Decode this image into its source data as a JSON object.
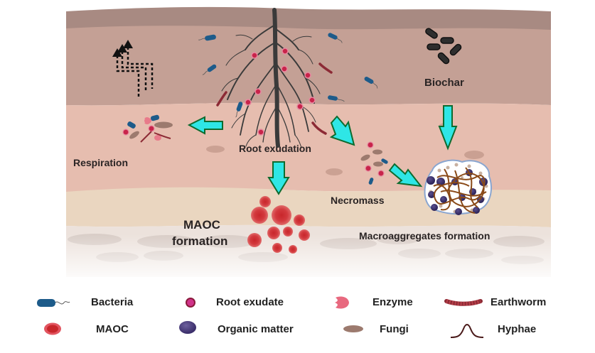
{
  "diagram": {
    "labels": {
      "biochar": "Biochar",
      "respiration": "Respiration",
      "root_exudation": "Root exudation",
      "necromass": "Necromass",
      "maoc_line1": "MAOC",
      "maoc_line2": "formation",
      "macroaggregates": "Macroaggregates formation"
    },
    "layers": [
      {
        "name": "surface",
        "color": "#a88a82"
      },
      {
        "name": "topsoil",
        "color": "#c4a095"
      },
      {
        "name": "subsoil",
        "color": "#e6bdaf"
      },
      {
        "name": "sandy",
        "color": "#ead6c0"
      },
      {
        "name": "bedrock",
        "color": "#ece2dc"
      }
    ],
    "colors": {
      "arrow_fill": "#2ee6e6",
      "arrow_stroke": "#0e6b2e",
      "bacteria": "#1d5b8a",
      "root_exudate": "#c8244a",
      "maoc": "#d63a3d",
      "organic_matter": "#3b2f6b",
      "enzyme": "#e87a8a",
      "fungi": "#9c7a6e",
      "earthworm": "#8c2a35",
      "hyphae": "#8a4a18",
      "root": "#3a3a3a",
      "biochar": "#2e2e2e"
    }
  },
  "legend": [
    {
      "icon": "bacteria-icon",
      "label": "Bacteria"
    },
    {
      "icon": "root-exudate-icon",
      "label": "Root exudate"
    },
    {
      "icon": "enzyme-icon",
      "label": "Enzyme"
    },
    {
      "icon": "earthworm-icon",
      "label": "Earthworm"
    },
    {
      "icon": "maoc-icon",
      "label": "MAOC"
    },
    {
      "icon": "organic-matter-icon",
      "label": "Organic matter"
    },
    {
      "icon": "fungi-icon",
      "label": "Fungi"
    },
    {
      "icon": "hyphae-icon",
      "label": "Hyphae"
    }
  ]
}
